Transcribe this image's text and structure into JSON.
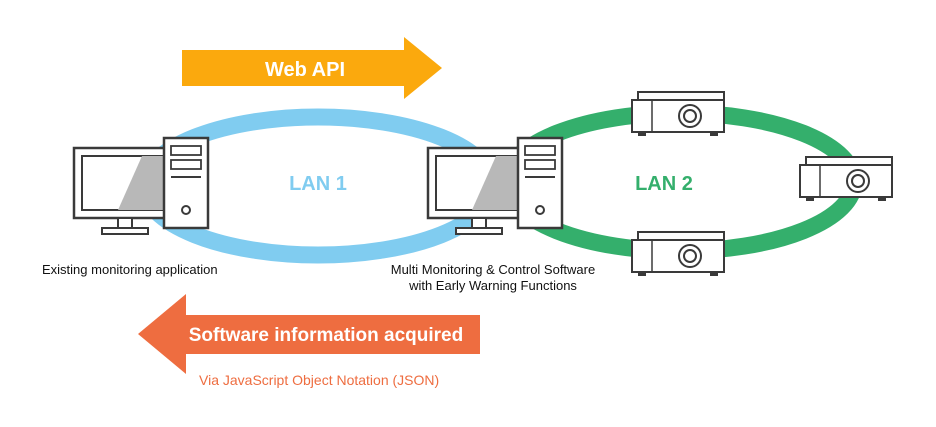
{
  "colors": {
    "lan1_ring": "#80CCF0",
    "lan2_ring": "#34AF6C",
    "web_api_arrow": "#FBA90D",
    "software_info_arrow": "#EE6D40",
    "json_text": "#EE6D40",
    "device_stroke": "#3A3A3A"
  },
  "icons": {
    "monitoring_pc": "desktop-computer-icon",
    "control_pc": "desktop-computer-icon",
    "projector": "projector-icon"
  },
  "top_arrow": {
    "label": "Web API",
    "direction": "right"
  },
  "bottom_arrow": {
    "label": "Software information acquired",
    "direction": "left",
    "subtitle": "Via JavaScript Object Notation (JSON)"
  },
  "networks": {
    "lan1": {
      "label": "LAN 1"
    },
    "lan2": {
      "label": "LAN 2"
    }
  },
  "devices": {
    "existing_pc": {
      "caption": "Existing monitoring application"
    },
    "control_pc": {
      "caption_line1": "Multi Monitoring & Control Software",
      "caption_line2": "with Early Warning Functions"
    },
    "projector_count": 3
  }
}
